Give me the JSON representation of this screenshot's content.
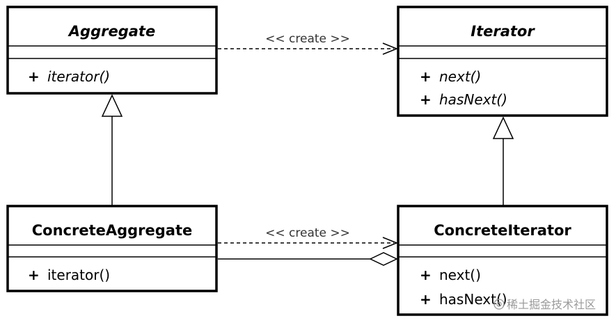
{
  "classes": {
    "aggregate": {
      "name": "Aggregate",
      "operations": [
        {
          "visibility": "+",
          "signature": "iterator()"
        }
      ]
    },
    "iterator": {
      "name": "Iterator",
      "operations": [
        {
          "visibility": "+",
          "signature": "next()"
        },
        {
          "visibility": "+",
          "signature": "hasNext()"
        }
      ]
    },
    "concrete_aggregate": {
      "name": "ConcreteAggregate",
      "operations": [
        {
          "visibility": "+",
          "signature": "iterator()"
        }
      ]
    },
    "concrete_iterator": {
      "name": "ConcreteIterator",
      "operations": [
        {
          "visibility": "+",
          "signature": "next()"
        },
        {
          "visibility": "+",
          "signature": "hasNext()"
        }
      ]
    }
  },
  "relations": {
    "create_top": {
      "label": "<< create >>"
    },
    "create_bottom": {
      "label": "<< create >>"
    }
  },
  "watermark": {
    "icon": "at-sign-icon",
    "text": "稀土掘金技术社区"
  }
}
